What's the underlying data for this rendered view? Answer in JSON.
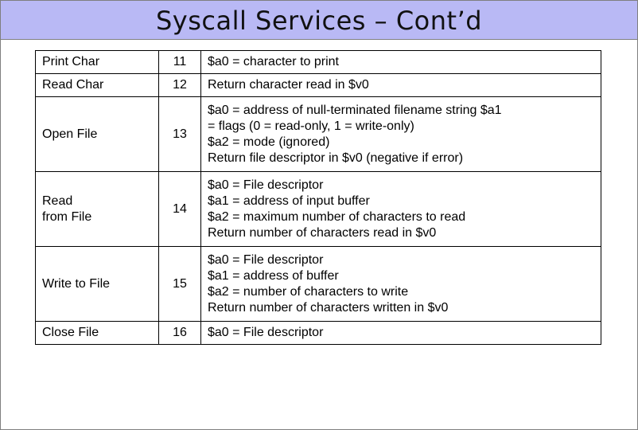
{
  "title": "Syscall Services – Cont’d",
  "rows": [
    {
      "service": "Print Char",
      "code": "11",
      "desc": [
        "$a0 = character to print"
      ]
    },
    {
      "service": "Read Char",
      "code": "12",
      "desc": [
        "Return character read in $v0"
      ]
    },
    {
      "service": "Open File",
      "code": "13",
      "desc": [
        "$a0 = address of null-terminated filename string $a1",
        "= flags (0 = read-only, 1 = write-only)",
        "$a2 = mode (ignored)",
        "Return file descriptor in $v0 (negative if error)"
      ]
    },
    {
      "service": "Read\nfrom File",
      "service_lines": [
        "Read",
        "from File"
      ],
      "code": "14",
      "desc": [
        "$a0 = File descriptor",
        "$a1 = address of input buffer",
        "$a2 = maximum number of characters to read",
        "Return number of characters read in $v0"
      ]
    },
    {
      "service": "Write to File",
      "code": "15",
      "desc": [
        "$a0 = File descriptor",
        "$a1 = address of buffer",
        "$a2 = number of characters to write",
        "Return number of characters written in $v0"
      ]
    },
    {
      "service": "Close File",
      "code": "16",
      "desc": [
        "$a0 = File descriptor"
      ]
    }
  ]
}
